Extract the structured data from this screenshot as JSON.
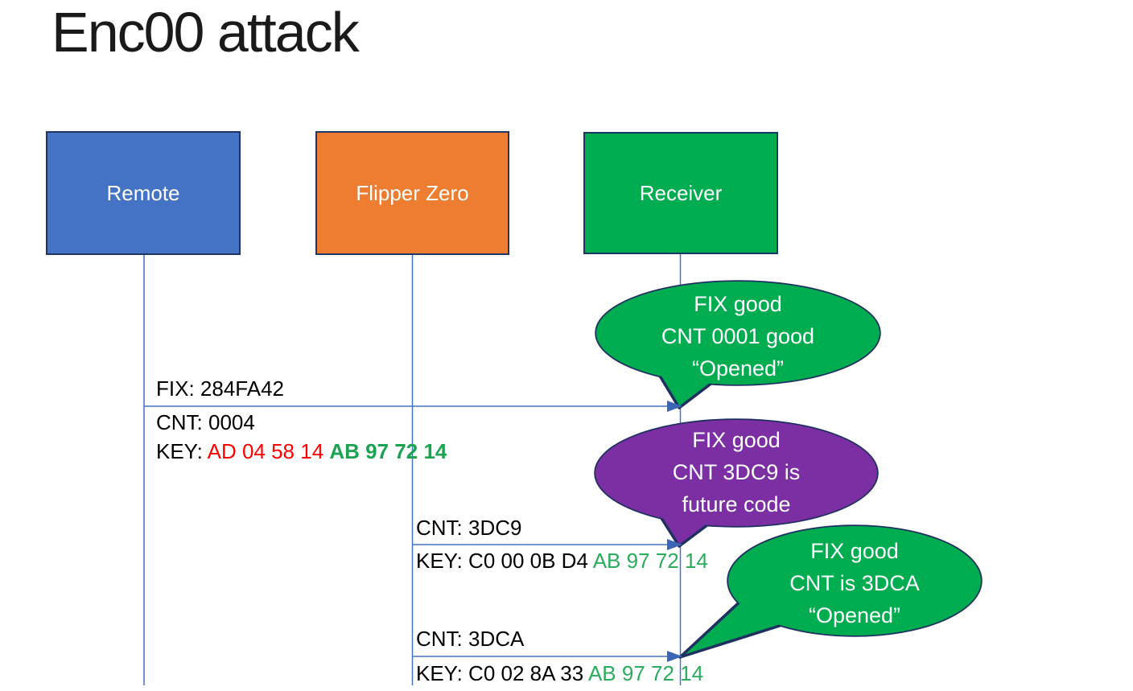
{
  "title": "Enc00 attack",
  "actors": [
    {
      "label": "Remote",
      "color": "#4472C4"
    },
    {
      "label": "Flipper Zero",
      "color": "#ED7D31"
    },
    {
      "label": "Receiver",
      "color": "#00AC50"
    }
  ],
  "messages": [
    {
      "fix": "FIX: 284FA42",
      "cnt": "CNT: 0004",
      "key_prefix": "KEY: ",
      "key_red": "AD 04 58 14 ",
      "key_green": "AB 97 72 14"
    },
    {
      "cnt": "CNT: 3DC9",
      "key_prefix": "KEY: C0 00 0B D4 ",
      "key_green": "AB 97 72 14"
    },
    {
      "cnt": "CNT: 3DCA",
      "key_prefix": "KEY: C0 02 8A 33 ",
      "key_green": "AB 97 72 14"
    }
  ],
  "bubbles": [
    {
      "lines": [
        "FIX good",
        "CNT 0001 good",
        "“Opened”"
      ],
      "color": "#00AC50"
    },
    {
      "lines": [
        "FIX good",
        "CNT 3DC9 is",
        "future code"
      ],
      "color": "#7B2FA3"
    },
    {
      "lines": [
        "FIX good",
        "CNT is 3DCA",
        "“Opened”"
      ],
      "color": "#00AC50"
    }
  ],
  "colors": {
    "actor_border": "#1F3563",
    "bubble_border": "#1F3060",
    "lifeline": "#4472C4",
    "arrowhead": "#3A66B5",
    "key_red": "#FF0000",
    "key_green": "#2BAC5C",
    "key_green_bold": "#1CA351",
    "bubble_text": "#FFFFFF",
    "background": "#FFFFFF"
  }
}
